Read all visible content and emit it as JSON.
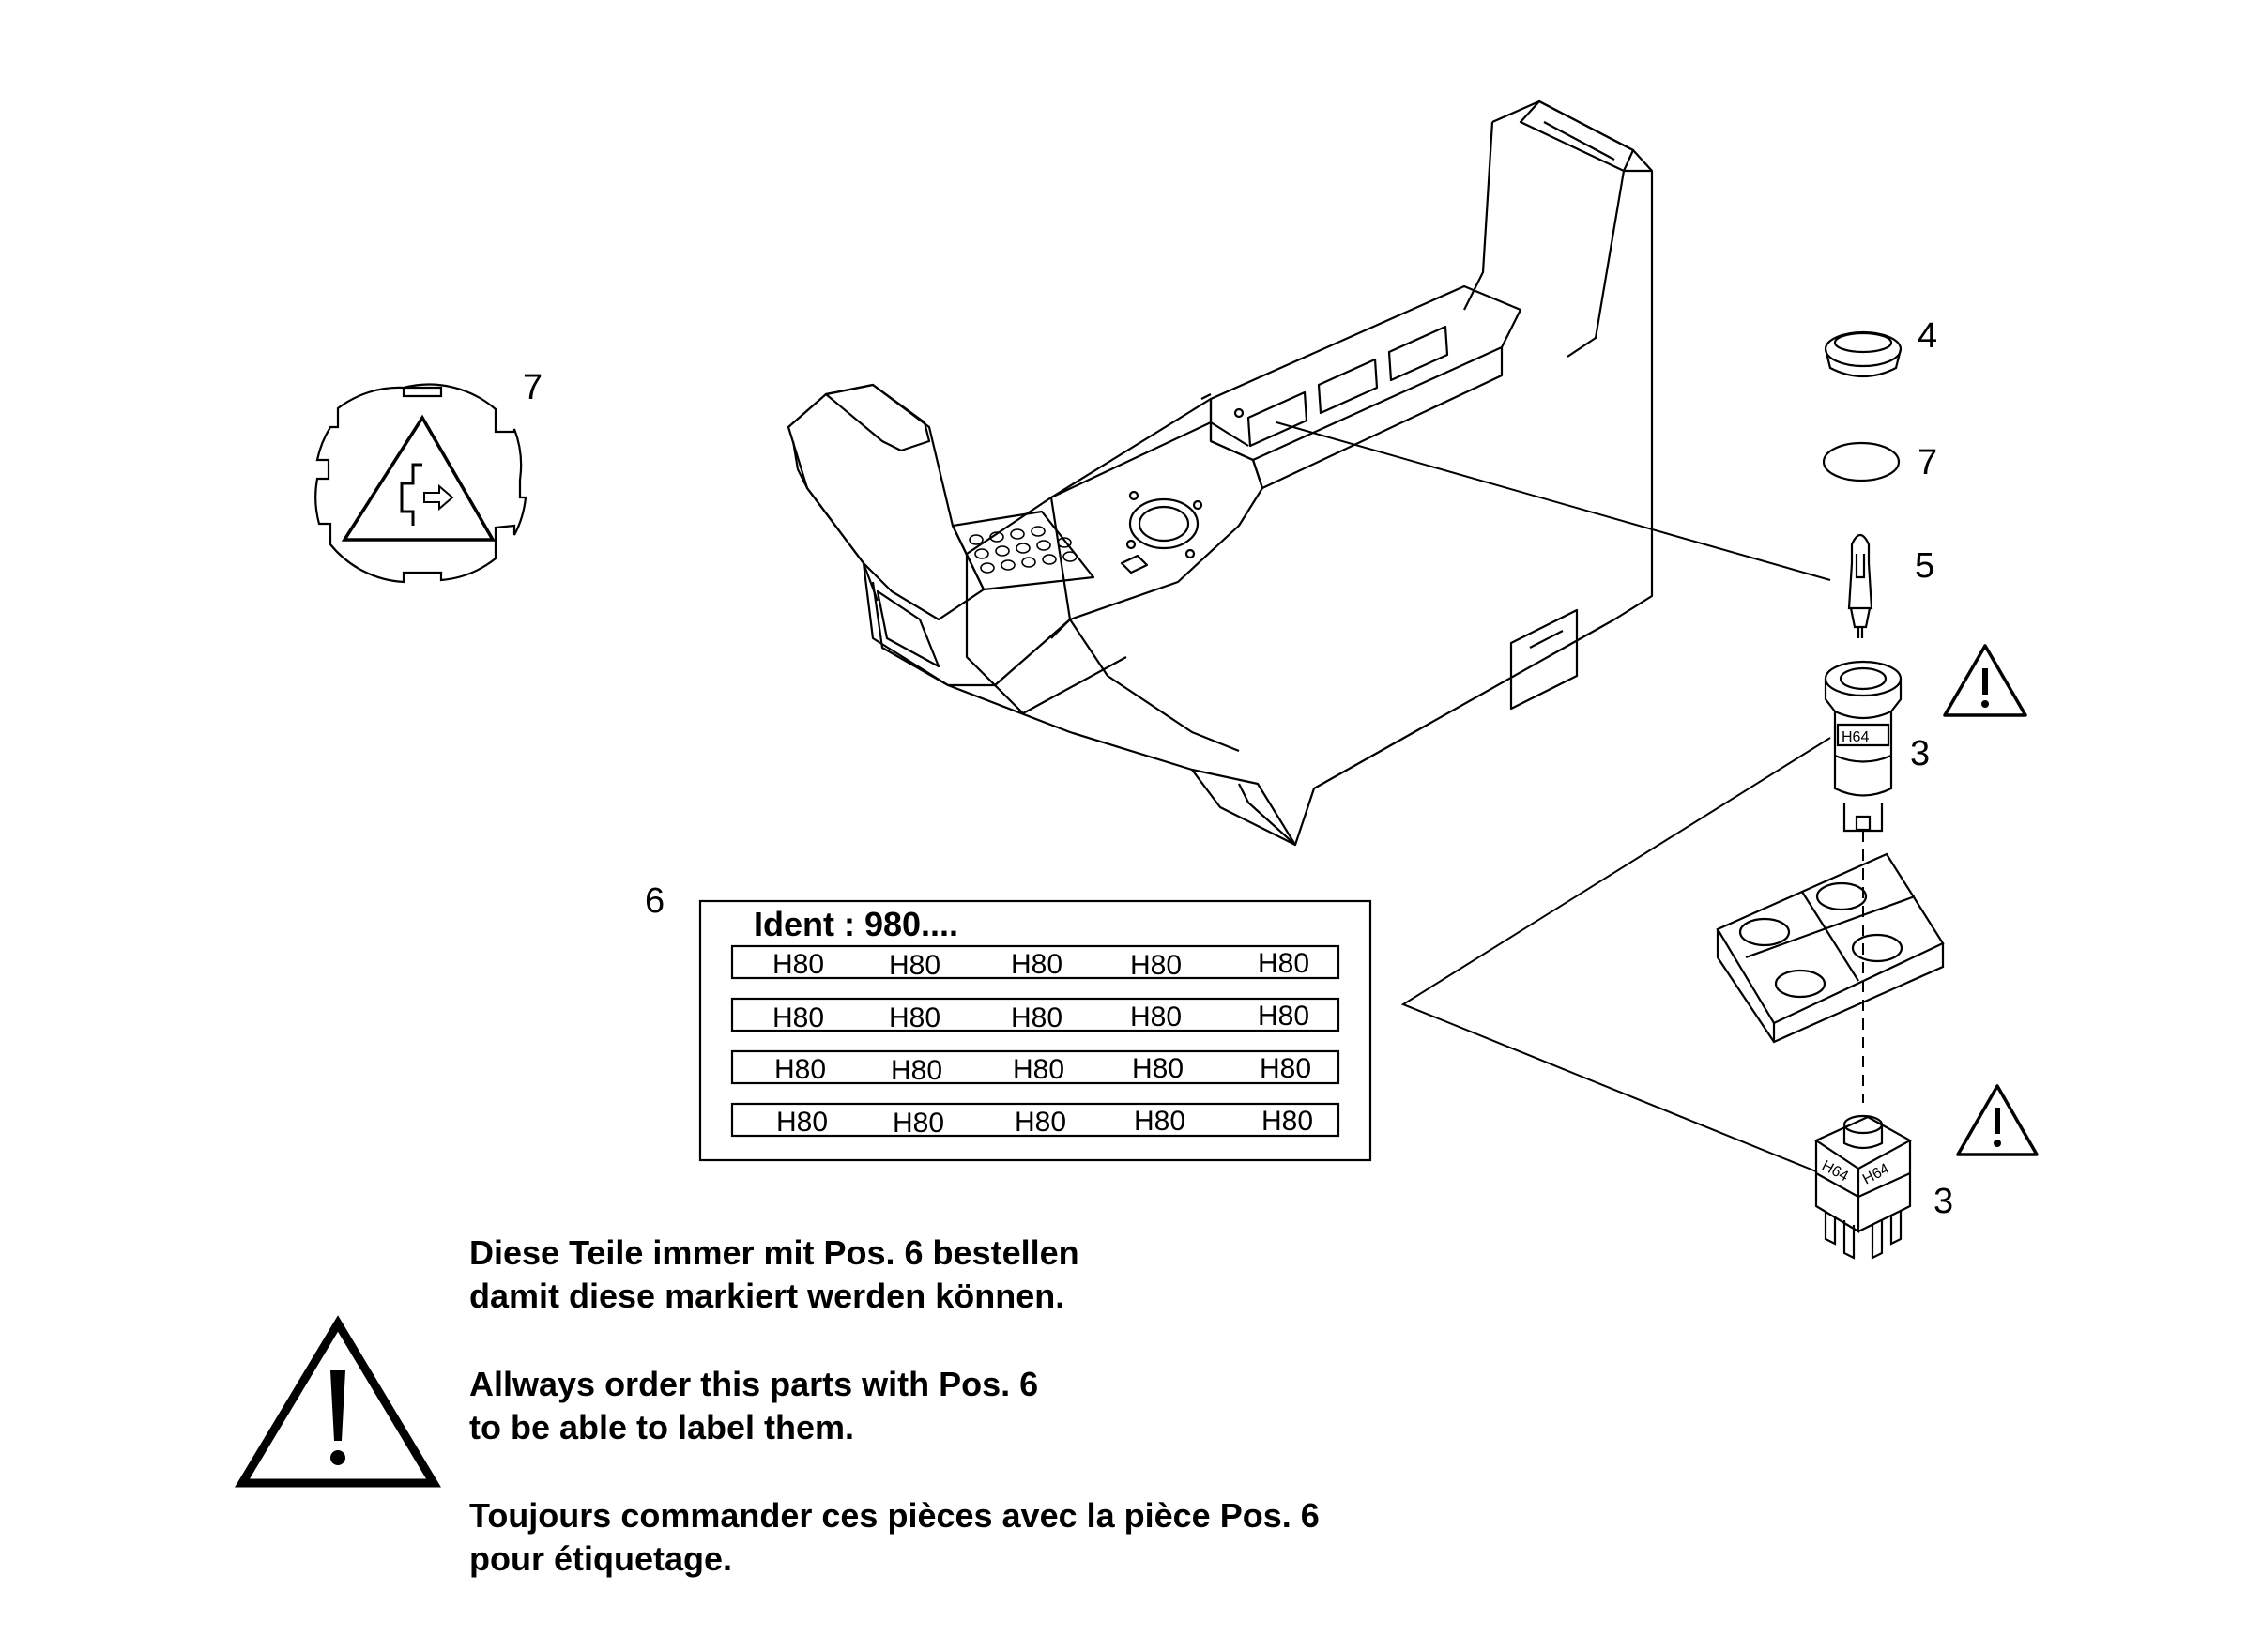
{
  "callouts": {
    "sticker_left": "7",
    "cap": "4",
    "ring": "7",
    "bulb": "5",
    "pushbutton": "3",
    "switch": "3",
    "label_sheet": "6"
  },
  "component_tags": {
    "pushbutton_tag": "H64",
    "switch_tag_left": "H64",
    "switch_tag_right": "H64"
  },
  "label_sheet": {
    "ident": "Ident : 980....",
    "rows": [
      [
        "H80",
        "H80",
        "H80",
        "H80",
        "H80"
      ],
      [
        "H80",
        "H80",
        "H80",
        "H80",
        "H80"
      ],
      [
        "H80",
        "H80",
        "H80",
        "H80",
        "H80"
      ],
      [
        "H80",
        "H80",
        "H80",
        "H80",
        "H80"
      ]
    ]
  },
  "notes": {
    "de": [
      "Diese Teile immer mit Pos. 6 bestellen",
      "damit diese markiert werden können."
    ],
    "en": [
      "Allways order this parts with Pos. 6",
      "to be able to label them."
    ],
    "fr": [
      "Toujours commander ces pièces avec la pièce Pos. 6",
      "pour étiquetage."
    ]
  },
  "icons": {
    "warning": "warning-triangle-icon",
    "sticker": "exit-hazard-sticker-icon"
  },
  "colors": {
    "line": "#000000",
    "background": "#ffffff"
  }
}
